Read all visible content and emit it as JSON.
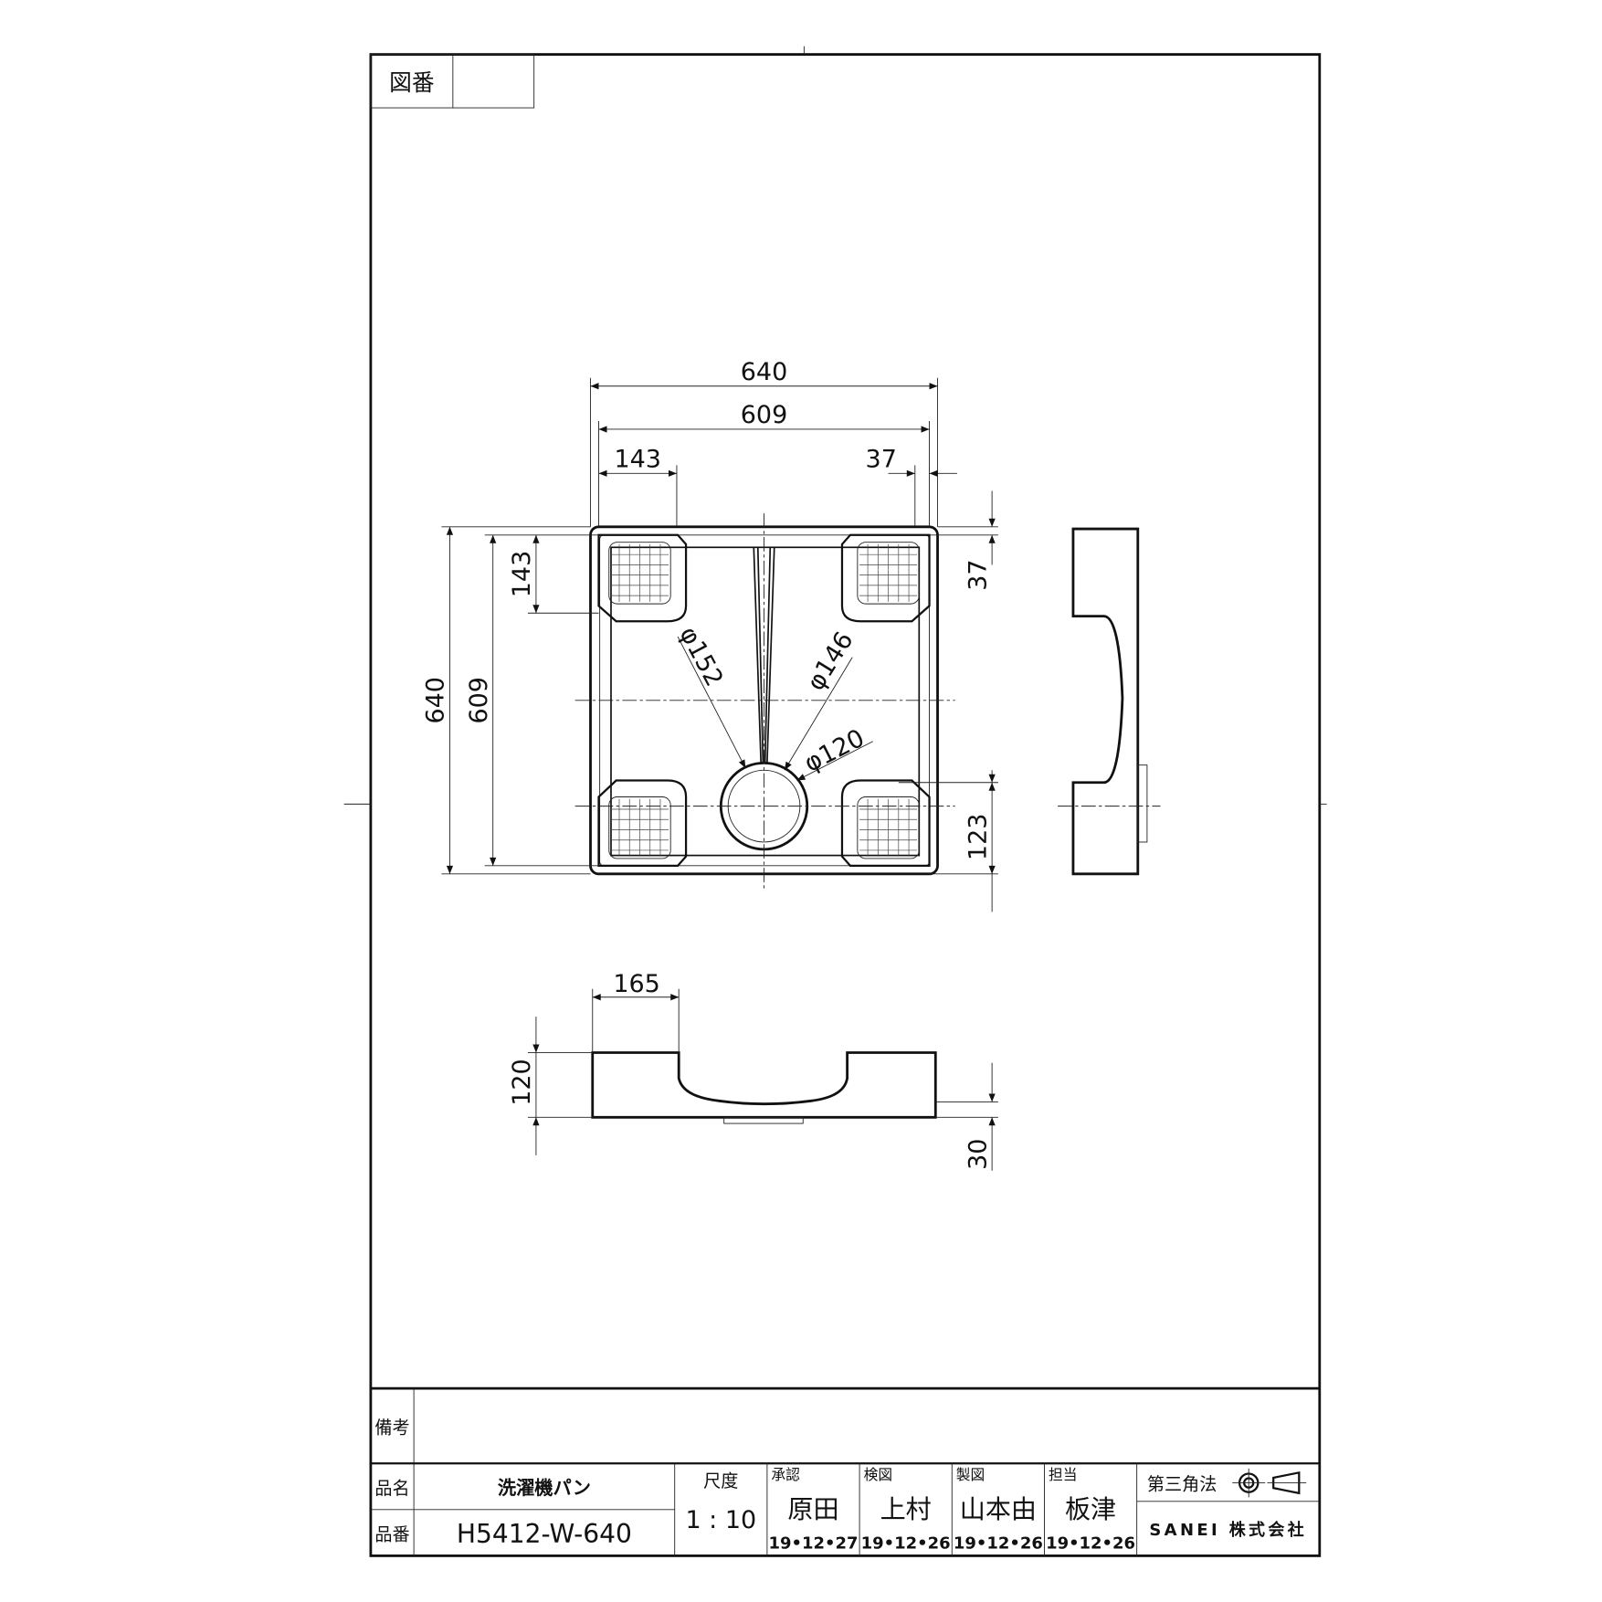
{
  "drawing_number_label": "図番",
  "dimensions": {
    "overall_width": "640",
    "inner_width": "609",
    "pad_width": "143",
    "right_offset": "37",
    "overall_depth": "640",
    "inner_depth": "609",
    "pad_depth": "143",
    "top_offset": "37",
    "drain_offset": "123",
    "dia_152": "φ152",
    "dia_146": "φ146",
    "dia_120": "φ120",
    "pad_height_offset": "165",
    "height": "120",
    "drain_height": "30"
  },
  "title_block": {
    "remarks_label": "備考",
    "name_label": "品名",
    "name_value": "洗濯機パン",
    "number_label": "品番",
    "number_value": "H5412-W-640",
    "scale_label": "尺度",
    "scale_value": "1 : 10",
    "approval": {
      "label": "承認",
      "name": "原田",
      "date": "19•12•27"
    },
    "check": {
      "label": "検図",
      "name": "上村",
      "date": "19•12•26"
    },
    "drafting": {
      "label": "製図",
      "name": "山本由",
      "date": "19•12•26"
    },
    "charge": {
      "label": "担当",
      "name": "板津",
      "date": "19•12•26"
    },
    "projection": "第三角法",
    "company": "SANEI 株式会社"
  }
}
